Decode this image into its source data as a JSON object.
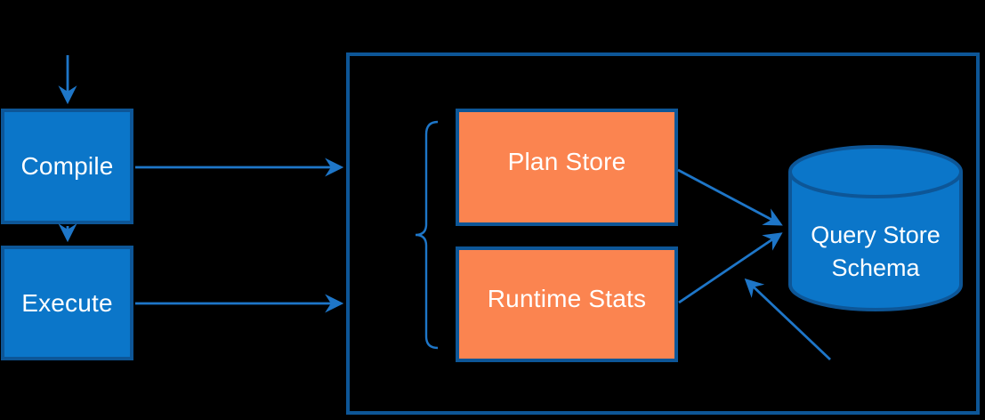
{
  "nodes": {
    "compile": {
      "label": "Compile"
    },
    "execute": {
      "label": "Execute"
    },
    "plan_store": {
      "label": "Plan Store"
    },
    "runtime_stats": {
      "label": "Runtime Stats"
    },
    "query_store_schema": {
      "label": "Query Store Schema",
      "lines": [
        "Query Store",
        "Schema"
      ]
    }
  },
  "edges": [
    {
      "name": "external-input-to-compile",
      "from": "external-top",
      "to": "Compile"
    },
    {
      "name": "compile-to-execute",
      "from": "Compile",
      "to": "Execute"
    },
    {
      "name": "compile-to-query-store-frame",
      "from": "Compile",
      "to": "Query Store frame"
    },
    {
      "name": "execute-to-query-store-frame",
      "from": "Execute",
      "to": "Query Store frame"
    },
    {
      "name": "plan-store-to-schema",
      "from": "Plan Store",
      "to": "Query Store Schema"
    },
    {
      "name": "runtime-stats-to-schema",
      "from": "Runtime Stats",
      "to": "Query Store Schema"
    },
    {
      "name": "external-bottom-to-schema",
      "from": "external-bottom-right",
      "to": "Query Store Schema"
    }
  ],
  "grouping": {
    "brace_groups": [
      "Plan Store",
      "Runtime Stats"
    ]
  },
  "colors": {
    "background": "#000000",
    "node_fill_blue": "#0b76c9",
    "node_border": "#0d5697",
    "orange_fill": "#fb8450",
    "arrow": "#1e76c8",
    "text": "#ffffff"
  }
}
